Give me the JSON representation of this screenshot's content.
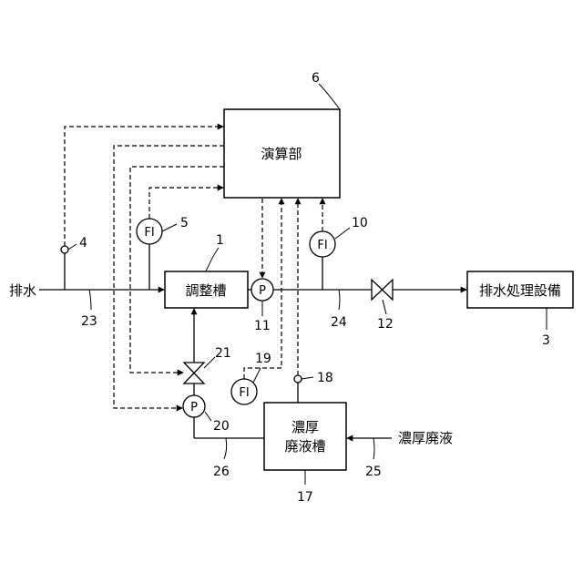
{
  "labels": {
    "calc_unit": "演算部",
    "adjust_tank": "調整槽",
    "treatment": "排水処理設備",
    "conc_tank_line1": "濃厚",
    "conc_tank_line2": "廃液槽",
    "wastewater": "排水",
    "conc_waste": "濃厚廃液"
  },
  "instruments": {
    "flow_indicator": "FI",
    "pump": "P"
  },
  "refs": {
    "n1": "1",
    "n3": "3",
    "n4": "4",
    "n5": "5",
    "n6": "6",
    "n10": "10",
    "n11": "11",
    "n12": "12",
    "n17": "17",
    "n18": "18",
    "n19": "19",
    "n20": "20",
    "n21": "21",
    "n23": "23",
    "n24": "24",
    "n25": "25",
    "n26": "26"
  }
}
